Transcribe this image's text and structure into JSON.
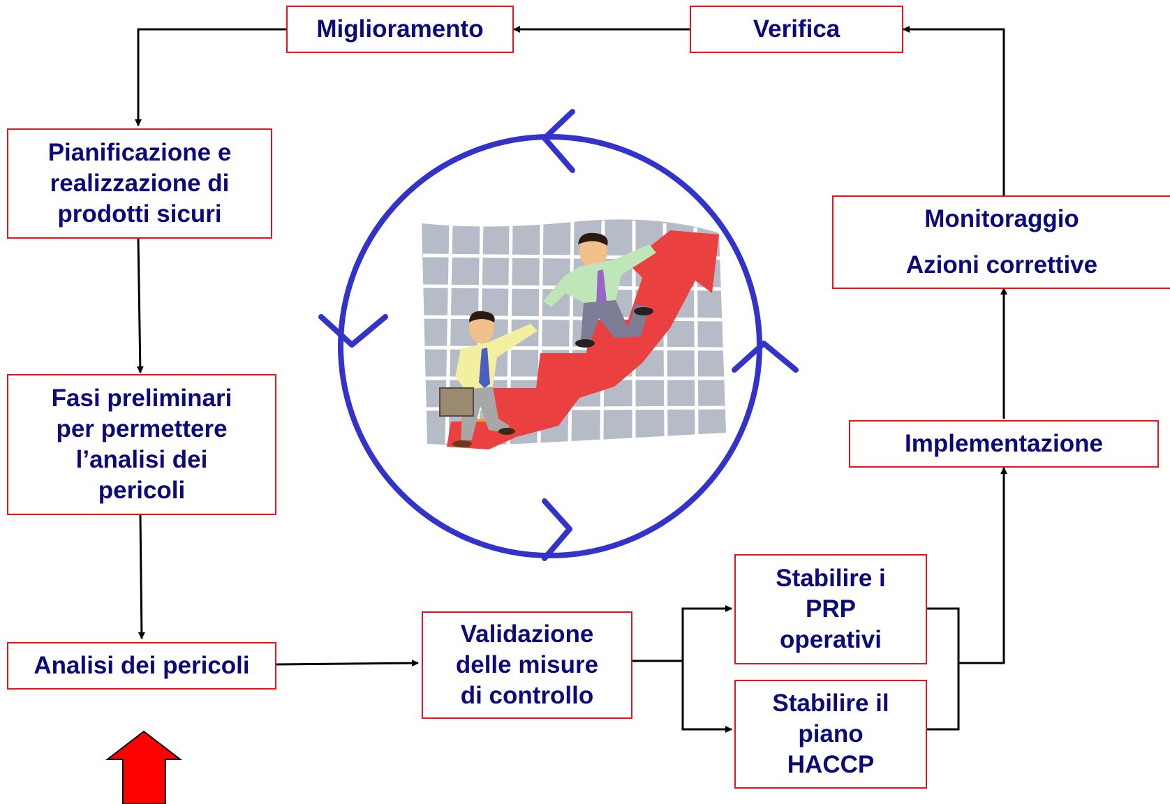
{
  "colors": {
    "box_border": "#e8131b",
    "text": "#0c0a7a",
    "connector": "#000000",
    "cycle": "#3333cc",
    "start_arrow_fill": "#ff0000"
  },
  "nodes": {
    "miglioramento": {
      "lines": [
        "Miglioramento"
      ]
    },
    "verifica": {
      "lines": [
        "Verifica"
      ]
    },
    "pianificazione": {
      "lines": [
        "Pianificazione e",
        "realizzazione di",
        "prodotti sicuri"
      ]
    },
    "monitoraggio": {
      "lines": [
        "Monitoraggio",
        "Azioni correttive"
      ]
    },
    "fasi_preliminari": {
      "lines": [
        "Fasi preliminari",
        "per permettere",
        "l’analisi dei",
        "pericoli"
      ]
    },
    "implementazione": {
      "lines": [
        "Implementazione"
      ]
    },
    "stabilire_prp": {
      "lines": [
        "Stabilire i",
        "PRP",
        "operativi"
      ]
    },
    "validazione": {
      "lines": [
        "Validazione",
        "delle misure",
        "di controllo"
      ]
    },
    "analisi_pericoli": {
      "lines": [
        "Analisi dei pericoli"
      ]
    },
    "stabilire_haccp": {
      "lines": [
        "Stabilire il",
        "piano",
        "HACCP"
      ]
    }
  },
  "illustration": {
    "name": "businessmen-climbing-growth-chart",
    "icon": "continuous-improvement-cycle"
  },
  "start_marker": {
    "icon": "up-arrow-icon"
  }
}
